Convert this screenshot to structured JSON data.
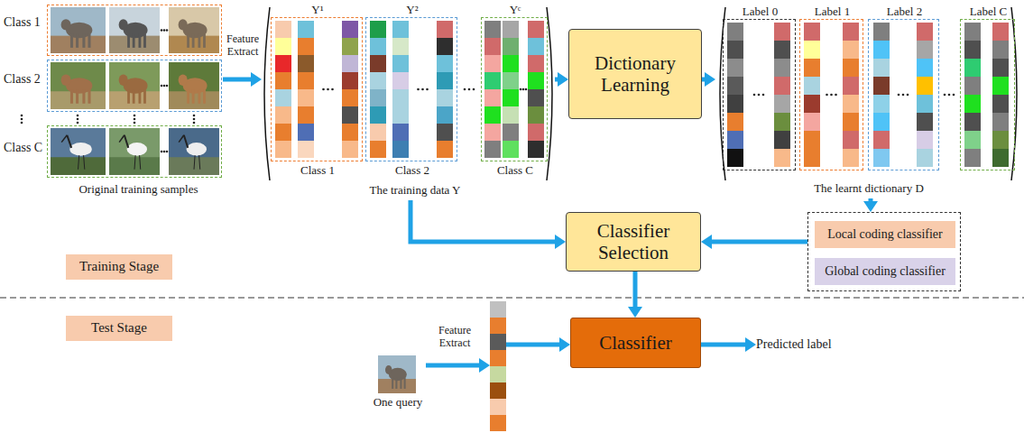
{
  "diagram": {
    "nodes": [
      {
        "text": [
          "Original training samples"
        ]
      },
      {
        "text": [
          "Class 1"
        ],
        "in": 0
      },
      {
        "text": [
          "Class 2"
        ],
        "in": 0
      },
      {
        "text": [
          "Class C"
        ],
        "in": 0
      },
      {
        "text": [
          "The training data Y"
        ]
      },
      {
        "text": [
          "Y¹",
          "Class 1"
        ],
        "in": 4
      },
      {
        "text": [
          "Y²",
          "Class 2"
        ],
        "in": 4
      },
      {
        "text": [
          "Yᶜ",
          "Class C"
        ],
        "in": 4
      },
      {
        "text": [
          "Dictionary Learning"
        ]
      },
      {
        "text": [
          "The learnt dictionary D"
        ]
      },
      {
        "text": [
          "Label 0"
        ],
        "in": 9
      },
      {
        "text": [
          "Label 1"
        ],
        "in": 9
      },
      {
        "text": [
          "Label 2"
        ],
        "in": 9
      },
      {
        "text": [
          "Label C"
        ],
        "in": 9
      },
      {
        "text": []
      },
      {
        "text": [
          "Local coding classifier"
        ],
        "in": 14
      },
      {
        "text": [
          "Global coding classifier"
        ],
        "in": 14
      },
      {
        "text": [
          "Classifier Selection"
        ]
      },
      {
        "text": [
          "Training Stage"
        ]
      },
      {
        "text": [
          "Test Stage"
        ]
      },
      {
        "text": [
          "One query"
        ]
      },
      {
        "text": []
      },
      {
        "text": [
          "Classifier"
        ]
      },
      {
        "text": [
          "Predicted label"
        ]
      }
    ],
    "edges": [
      {
        "from": 0,
        "to": 4,
        "arrow": "to",
        "label": "Feature Extract"
      },
      {
        "from": 4,
        "to": 8,
        "arrow": "to"
      },
      {
        "from": 8,
        "to": 9,
        "arrow": "to"
      },
      {
        "from": 9,
        "to": 14,
        "arrow": "to"
      },
      {
        "from": 4,
        "to": 17,
        "arrow": "to"
      },
      {
        "from": 14,
        "to": 17,
        "arrow": "to"
      },
      {
        "from": 17,
        "to": 22,
        "arrow": "to"
      },
      {
        "from": 20,
        "to": 21,
        "arrow": "to",
        "label": "Feature Extract"
      },
      {
        "from": 21,
        "to": 22,
        "arrow": "to"
      },
      {
        "from": 22,
        "to": 23,
        "arrow": "to"
      }
    ]
  }
}
